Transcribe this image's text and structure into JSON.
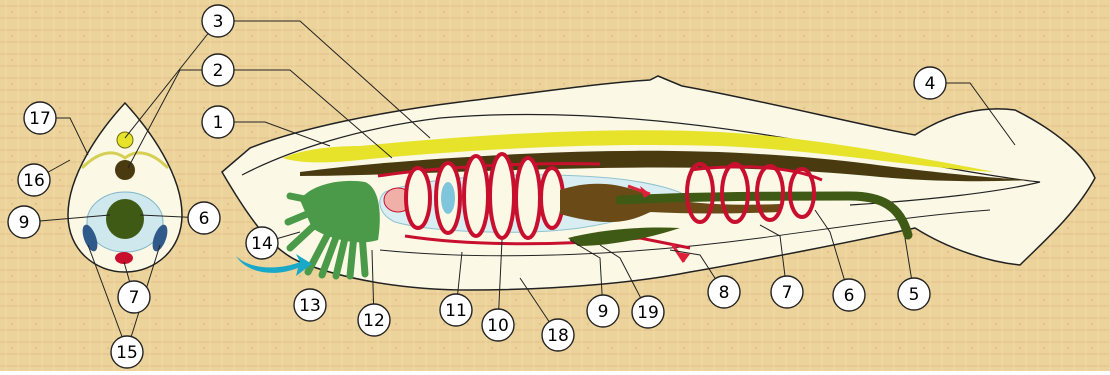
{
  "labels": {
    "n1": "1",
    "n2": "2",
    "n3": "3",
    "n4": "4",
    "n5": "5",
    "n6a": "6",
    "n6b": "6",
    "n7a": "7",
    "n7b": "7",
    "n8": "8",
    "n9a": "9",
    "n9b": "9",
    "n10": "10",
    "n11": "11",
    "n12": "12",
    "n13": "13",
    "n14": "14",
    "n15": "15",
    "n16": "16",
    "n17": "17",
    "n18": "18",
    "n19": "19"
  },
  "colors": {
    "background": "#ecd39c",
    "body_fill": "#fbf8e6",
    "outline": "#222222",
    "nerve_cord": "#e6e32a",
    "notochord": "#4a3a10",
    "pharynx_gills": "#c8102e",
    "gut": "#5a3a10",
    "intestine": "#3f5a14",
    "oral_cirri": "#4a9a4a",
    "water_arrow": "#1aa8c8",
    "gonad": "#2f5a8a",
    "atrium": "#bfe3ee"
  }
}
